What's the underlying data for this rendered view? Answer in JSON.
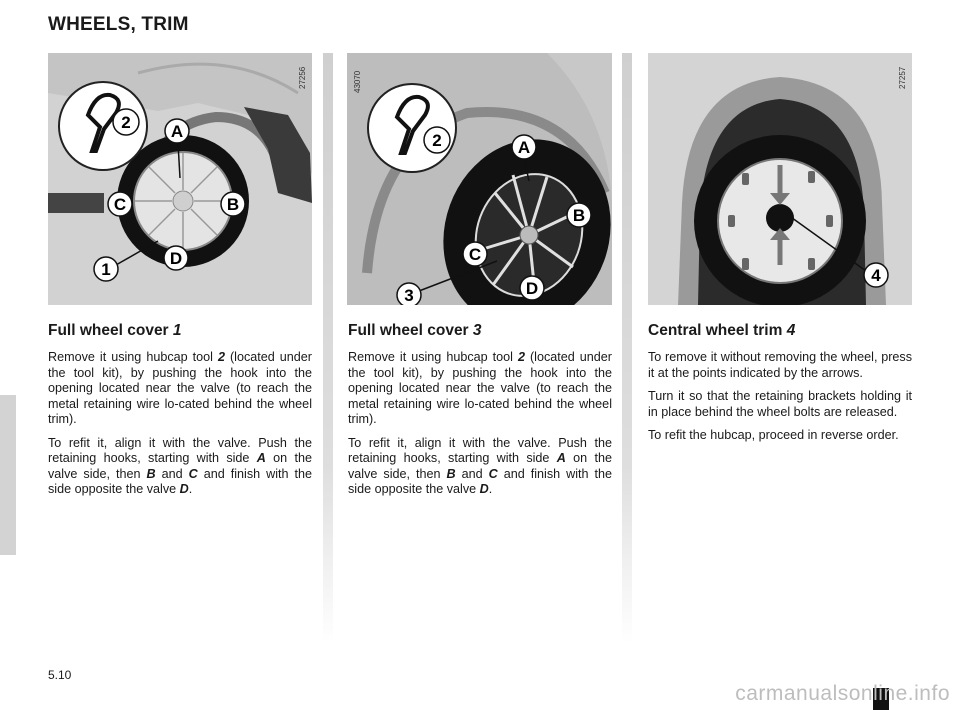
{
  "page": {
    "title": "WHEELS, TRIM",
    "page_number": "5.10",
    "watermark": "carmanualsonline.info"
  },
  "figures": [
    {
      "code": "27256",
      "labels": {
        "tool": "2",
        "A": "A",
        "B": "B",
        "C": "C",
        "D": "D",
        "item": "1"
      }
    },
    {
      "code": "43070",
      "labels": {
        "tool": "2",
        "A": "A",
        "B": "B",
        "C": "C",
        "D": "D",
        "item": "3"
      }
    },
    {
      "code": "27257",
      "labels": {
        "item": "4"
      }
    }
  ],
  "columns": [
    {
      "heading": "Full wheel cover ",
      "heading_num": "1",
      "p1": [
        "Remove it using hubcap tool ",
        "2",
        " (located under the tool kit), by pushing the hook into the opening located near the valve (to reach the metal retaining wire lo-cated behind the wheel trim)."
      ],
      "p2": [
        "To refit it, align it with the valve. Push the retaining hooks, starting with side ",
        "A",
        " on the valve side, then ",
        "B",
        " and ",
        "C",
        " and finish with the side opposite the valve ",
        "D",
        "."
      ]
    },
    {
      "heading": "Full wheel cover ",
      "heading_num": "3",
      "p1": [
        "Remove it using hubcap tool ",
        "2",
        " (located under the tool kit), by pushing the hook into the opening located near the valve (to reach the metal retaining wire lo-cated behind the wheel trim)."
      ],
      "p2": [
        "To refit it, align it with the valve. Push the retaining hooks, starting with side ",
        "A",
        " on the valve side, then ",
        "B",
        " and ",
        "C",
        " and finish with the side opposite the valve ",
        "D",
        "."
      ]
    },
    {
      "heading": "Central wheel trim ",
      "heading_num": "4",
      "p1": "To remove it without removing the wheel, press it at the points indicated by the arrows.",
      "p2": "Turn it so that the retaining brackets holding it in place behind the wheel bolts are released.",
      "p3": "To refit the hubcap, proceed in reverse order."
    }
  ]
}
